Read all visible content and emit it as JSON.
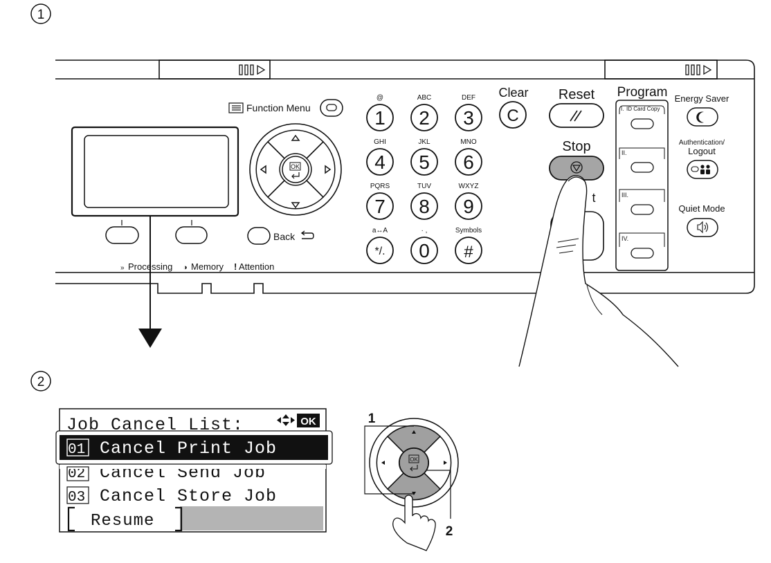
{
  "steps": {
    "one": "1",
    "two": "2"
  },
  "panel": {
    "function_menu": "Function Menu",
    "back": "Back",
    "indicators": {
      "processing": "Processing",
      "memory": "Memory",
      "attention": "Attention"
    },
    "dpad_ok": "OK",
    "keypad": {
      "keys": [
        {
          "digit": "1",
          "letters": "@"
        },
        {
          "digit": "2",
          "letters": "ABC"
        },
        {
          "digit": "3",
          "letters": "DEF"
        },
        {
          "digit": "4",
          "letters": "GHI"
        },
        {
          "digit": "5",
          "letters": "JKL"
        },
        {
          "digit": "6",
          "letters": "MNO"
        },
        {
          "digit": "7",
          "letters": "PQRS"
        },
        {
          "digit": "8",
          "letters": "TUV"
        },
        {
          "digit": "9",
          "letters": "WXYZ"
        },
        {
          "digit": "*/.",
          "letters": "a↔A"
        },
        {
          "digit": "0",
          "letters": "· ,"
        },
        {
          "digit": "#",
          "letters": "Symbols"
        }
      ]
    },
    "clear": {
      "label": "Clear",
      "key": "C"
    },
    "reset": "Reset",
    "stop": "Stop",
    "program": {
      "title": "Program",
      "slots": [
        "I.",
        "II.",
        "III.",
        "IV."
      ],
      "slot1_label": "ID Card Copy"
    },
    "energy_saver": "Energy Saver",
    "authentication": {
      "line1": "Authentication/",
      "line2": "Logout"
    },
    "quiet_mode": "Quiet Mode",
    "partial_start": "t"
  },
  "lcd_screen": {
    "title": "Job Cancel List:",
    "ok_badge": "OK",
    "items": [
      {
        "num": "01",
        "label": "Cancel Print Job"
      },
      {
        "num": "02",
        "label": "Cancel Send Job"
      },
      {
        "num": "03",
        "label": "Cancel Store Job"
      }
    ],
    "resume": "Resume"
  },
  "dpad_callouts": {
    "first": "1",
    "second": "2",
    "ok": "OK"
  }
}
